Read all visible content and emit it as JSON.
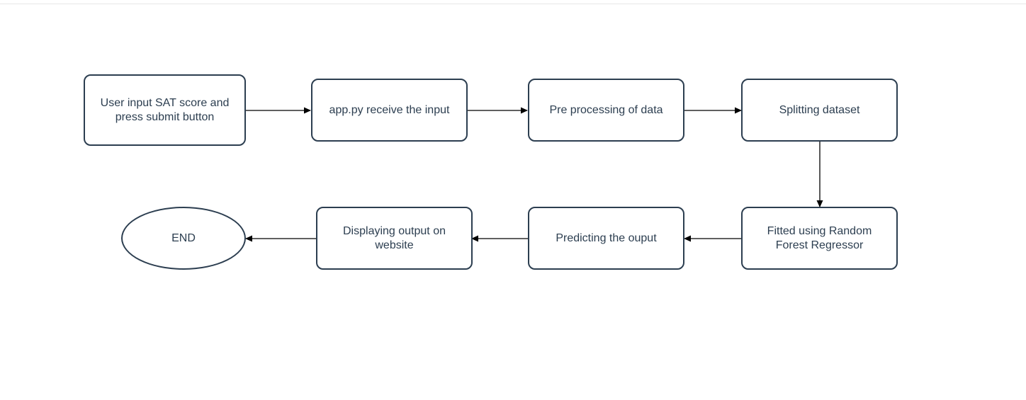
{
  "colors": {
    "node_border": "#2c3e50",
    "node_text": "#2c3e50",
    "arrow": "#000000",
    "background": "#ffffff"
  },
  "nodes": [
    {
      "id": "user-input",
      "label": "User input SAT score and press submit button"
    },
    {
      "id": "app-receive",
      "label": "app.py receive the input"
    },
    {
      "id": "preprocessing",
      "label": "Pre processing of data"
    },
    {
      "id": "splitting",
      "label": "Splitting dataset"
    },
    {
      "id": "fitting",
      "label": "Fitted using Random Forest Regressor"
    },
    {
      "id": "predicting",
      "label": "Predicting the ouput"
    },
    {
      "id": "displaying",
      "label": "Displaying output on website"
    },
    {
      "id": "end",
      "label": "END"
    }
  ],
  "edges": [
    {
      "from": "user-input",
      "to": "app-receive"
    },
    {
      "from": "app-receive",
      "to": "preprocessing"
    },
    {
      "from": "preprocessing",
      "to": "splitting"
    },
    {
      "from": "splitting",
      "to": "fitting"
    },
    {
      "from": "fitting",
      "to": "predicting"
    },
    {
      "from": "predicting",
      "to": "displaying"
    },
    {
      "from": "displaying",
      "to": "end"
    }
  ]
}
